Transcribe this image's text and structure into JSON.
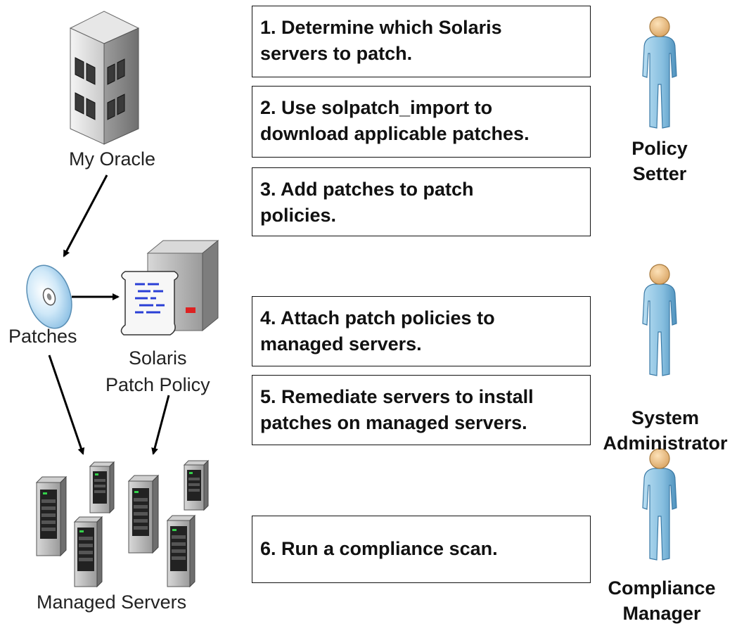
{
  "left": {
    "my_oracle": "My Oracle",
    "patches": "Patches",
    "solaris_patch_policy": "Solaris\nPatch Policy",
    "managed_servers": "Managed Servers"
  },
  "steps": [
    "1. Determine which Solaris\nservers to patch.",
    "2. Use solpatch_import to\ndownload applicable patches.",
    "3. Add patches to patch\npolicies.",
    "4. Attach patch policies to\nmanaged servers.",
    "5. Remediate servers to install\npatches on managed servers.",
    "6. Run a compliance scan."
  ],
  "roles": {
    "policy_setter": "Policy\nSetter",
    "system_administrator": "System\nAdministrator",
    "compliance_manager": "Compliance\nManager"
  },
  "colors": {
    "person": "#8fc3e1",
    "person_dark": "#5a9cc4",
    "head": "#f2c890",
    "disc": "#b9dcf4",
    "server": "#b8b8b8",
    "screen": "#33d14a"
  }
}
